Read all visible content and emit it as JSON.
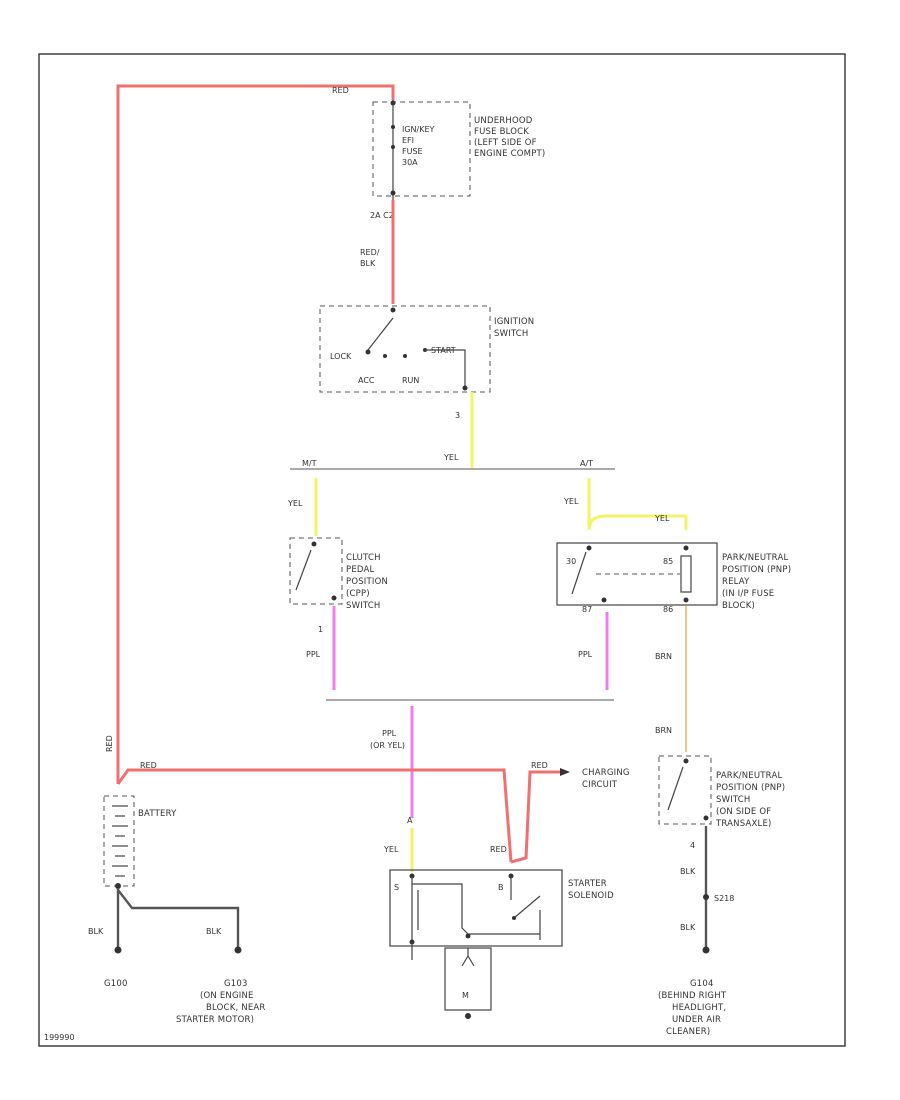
{
  "labels": {
    "underhood_fuse_block": [
      "UNDERHOOD",
      "FUSE BLOCK",
      "(LEFT SIDE OF",
      "ENGINE COMPT)"
    ],
    "fuse": [
      "IGN/KEY",
      "EFI",
      "FUSE",
      "30A"
    ],
    "wire_red_top": "RED",
    "connector_fuse": "2A  C2",
    "wire_red_blk": [
      "RED/",
      "BLK"
    ],
    "ignition_switch": [
      "IGNITION",
      "SWITCH"
    ],
    "ign_lock": "LOCK",
    "ign_start": "START",
    "ign_acc": "ACC",
    "ign_run": "RUN",
    "ign_pin": "3",
    "wire_yel_main": "YEL",
    "mt": "M/T",
    "at": "A/T",
    "wire_yel_left": "YEL",
    "wire_yel_right": "YEL",
    "wire_yel_relay": "YEL",
    "clutch_switch": [
      "CLUTCH",
      "PEDAL",
      "POSITION",
      "(CPP)",
      "SWITCH"
    ],
    "clutch_pin": "1",
    "pnp_relay": [
      "PARK/NEUTRAL",
      "POSITION (PNP)",
      "RELAY",
      "(IN I/P FUSE",
      "BLOCK)"
    ],
    "relay_pins": {
      "p30": "30",
      "p87": "87",
      "p85": "85",
      "p86": "86"
    },
    "wire_ppl_left": "PPL",
    "wire_ppl_right": "PPL",
    "wire_brn_1": "BRN",
    "wire_brn_2": "BRN",
    "wire_ppl_joined": [
      "PPL",
      "(OR YEL)"
    ],
    "wire_red_battery": "RED",
    "wire_red_vert": "RED",
    "wire_red_charging": "RED",
    "charging_circuit": [
      "CHARGING",
      "CIRCUIT"
    ],
    "pnp_switch": [
      "PARK/NEUTRAL",
      "POSITION (PNP)",
      "SWITCH",
      "(ON SIDE OF",
      "TRANSAXLE)"
    ],
    "pnp_pin": "4",
    "battery": "BATTERY",
    "starter_solenoid": [
      "STARTER",
      "SOLENOID"
    ],
    "sol_s": "S",
    "sol_b": "B",
    "wire_yel_sol": "YEL",
    "wire_red_sol": "RED",
    "connector_a": "A",
    "motor": "M",
    "wire_blk_1": "BLK",
    "wire_blk_2": "BLK",
    "wire_blk_3": "BLK",
    "wire_blk_4": "BLK",
    "splice": "S218",
    "ground_g100": "G100",
    "ground_g103": [
      "G103",
      "(ON ENGINE",
      "BLOCK, NEAR",
      "STARTER MOTOR)"
    ],
    "ground_g104": [
      "G104",
      "(BEHIND RIGHT",
      "HEADLIGHT,",
      "UNDER AIR",
      "CLEANER)"
    ],
    "figure_id": "199990"
  }
}
